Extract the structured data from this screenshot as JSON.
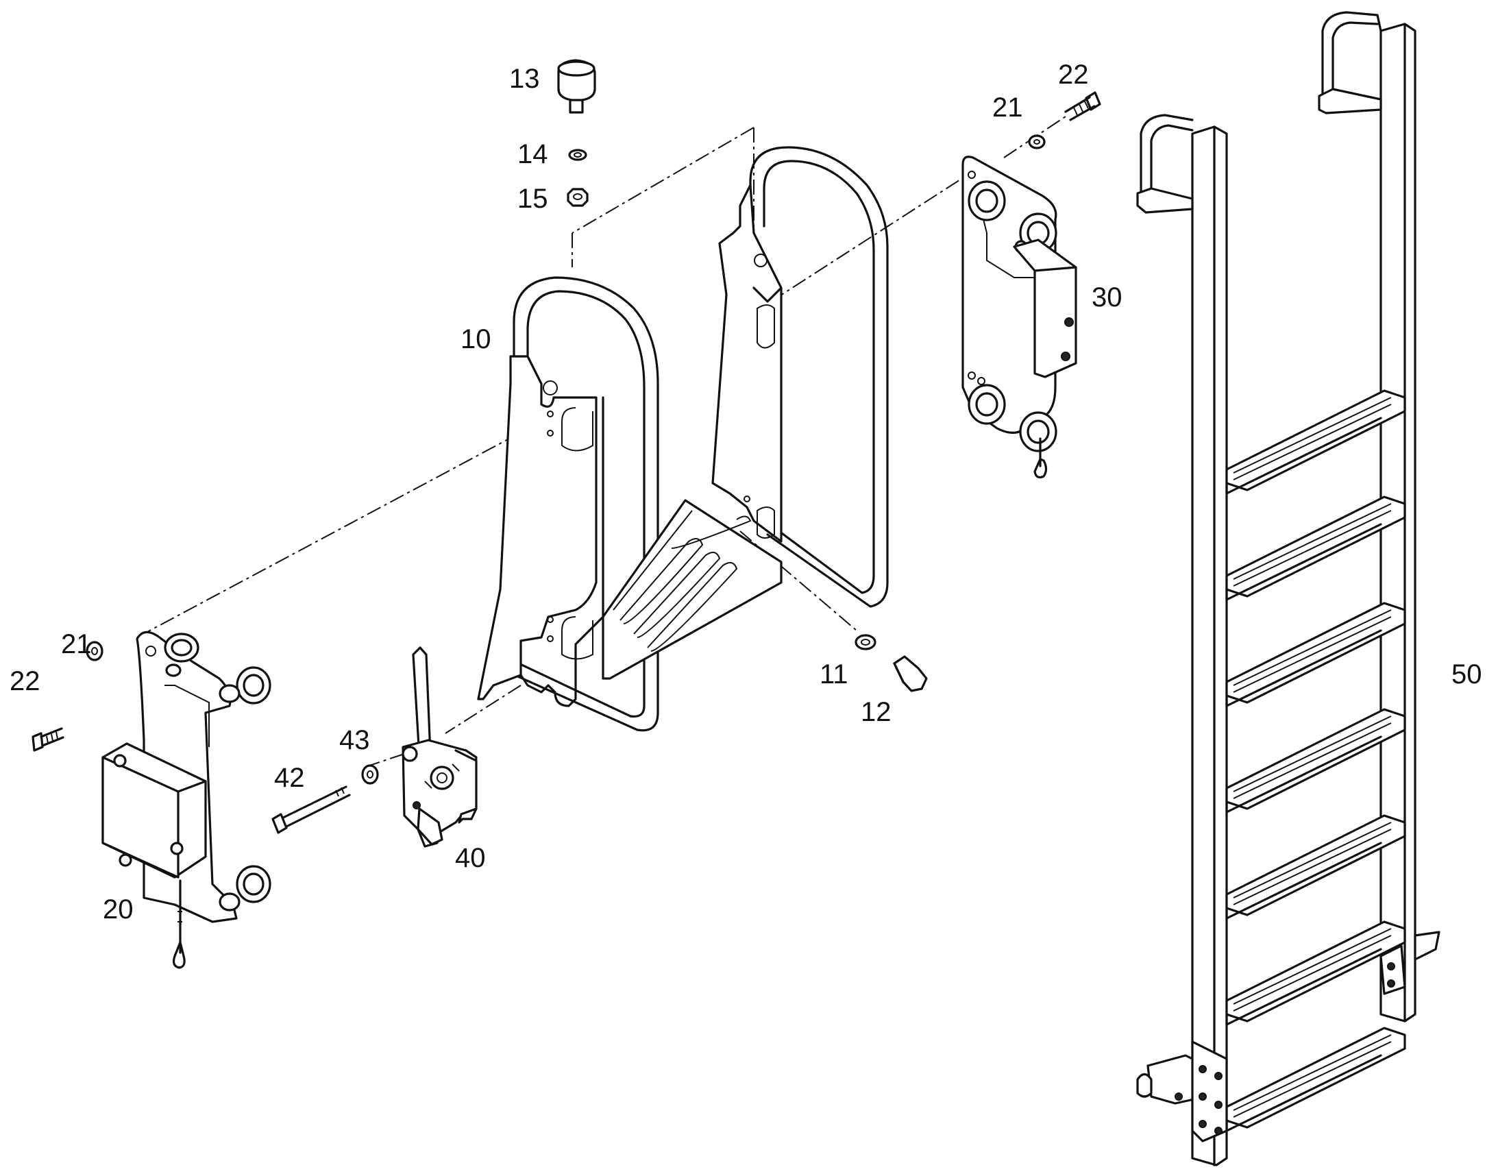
{
  "callouts": {
    "c10": "10",
    "c11": "11",
    "c12": "12",
    "c13": "13",
    "c14": "14",
    "c15": "15",
    "c20": "20",
    "c21_left": "21",
    "c22_left": "22",
    "c21_right": "21",
    "c22_right": "22",
    "c30": "30",
    "c40": "40",
    "c42": "42",
    "c43": "43",
    "c50": "50"
  }
}
